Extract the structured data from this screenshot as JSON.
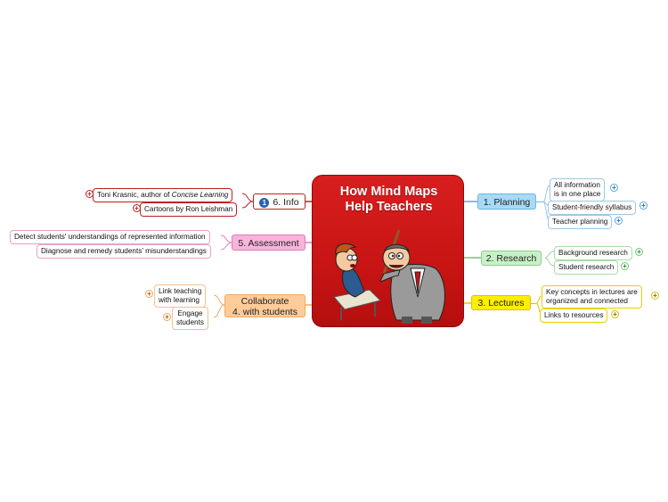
{
  "center": {
    "title_line1": "How Mind Maps",
    "title_line2": "Help Teachers"
  },
  "colors": {
    "center": "#c81414",
    "planning": "#9fd7f5",
    "research": "#c6f0c6",
    "lectures": "#ffee00",
    "collaborate": "#ffcc99",
    "assessment": "#f8b4da",
    "info": "#ffffff"
  },
  "branches": {
    "planning": {
      "label": "1. Planning",
      "subs": [
        "All information",
        "is in one place",
        "Student-friendly syllabus",
        "Teacher planning"
      ]
    },
    "research": {
      "label": "2. Research",
      "subs": [
        "Background research",
        "Student research"
      ]
    },
    "lectures": {
      "label": "3. Lectures",
      "subs": [
        "Key concepts in lectures are",
        "organized and connected",
        "Links to resources"
      ]
    },
    "collaborate": {
      "label_line1": "Collaborate",
      "label_line2": "4. with students",
      "subs": [
        "Link teaching",
        "with learning",
        "Engage",
        "students"
      ]
    },
    "assessment": {
      "label": "5. Assessment",
      "subs": [
        "Detect students' understandings of represented information",
        "Diagnose and remedy students' misunderstandings"
      ]
    },
    "info": {
      "label": "6. Info",
      "badge": "1",
      "subs_prefix": "Toni Krasnic, author of ",
      "subs_italic": "Concise Learning",
      "subs2": "Cartoons by Ron Leishman"
    }
  },
  "plus_symbol": "+"
}
